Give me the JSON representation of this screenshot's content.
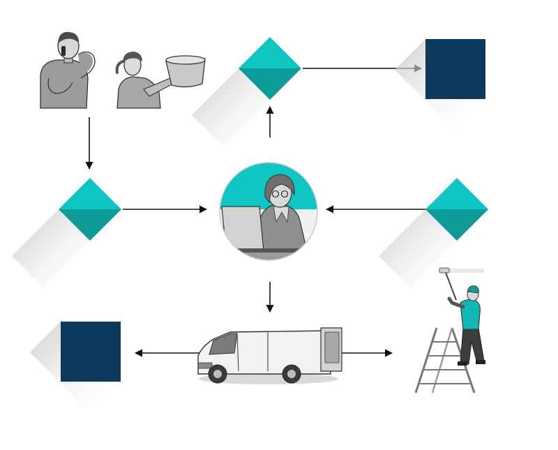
{
  "palette": {
    "teal_light": "#10c6c4",
    "teal_dark": "#0e9a96",
    "navy": "#0d3a5c",
    "shadow": "#c9c9c9",
    "arrow": "#111111",
    "figure_gray": "#9a9a9a"
  },
  "nodes": [
    {
      "id": "customer-caller",
      "kind": "illustration",
      "icon": "person-on-phone-icon"
    },
    {
      "id": "customer-leak",
      "kind": "illustration",
      "icon": "person-holding-bucket-icon"
    },
    {
      "id": "diamond-top",
      "kind": "diamond"
    },
    {
      "id": "square-top-right",
      "kind": "square"
    },
    {
      "id": "diamond-left",
      "kind": "diamond"
    },
    {
      "id": "dispatcher",
      "kind": "illustration",
      "icon": "woman-at-laptop-icon"
    },
    {
      "id": "diamond-right",
      "kind": "diamond"
    },
    {
      "id": "square-bottom-left",
      "kind": "square"
    },
    {
      "id": "service-van",
      "kind": "illustration",
      "icon": "delivery-van-icon"
    },
    {
      "id": "painter",
      "kind": "illustration",
      "icon": "painter-on-ladder-icon"
    }
  ],
  "connections": [
    {
      "from": "customers",
      "to": "diamond-left"
    },
    {
      "from": "diamond-left",
      "to": "dispatcher"
    },
    {
      "from": "diamond-right",
      "to": "dispatcher"
    },
    {
      "from": "dispatcher",
      "to": "diamond-top"
    },
    {
      "from": "diamond-top",
      "to": "square-top-right"
    },
    {
      "from": "dispatcher",
      "to": "service-van"
    },
    {
      "from": "service-van",
      "to": "square-bottom-left"
    },
    {
      "from": "service-van",
      "to": "painter"
    }
  ]
}
